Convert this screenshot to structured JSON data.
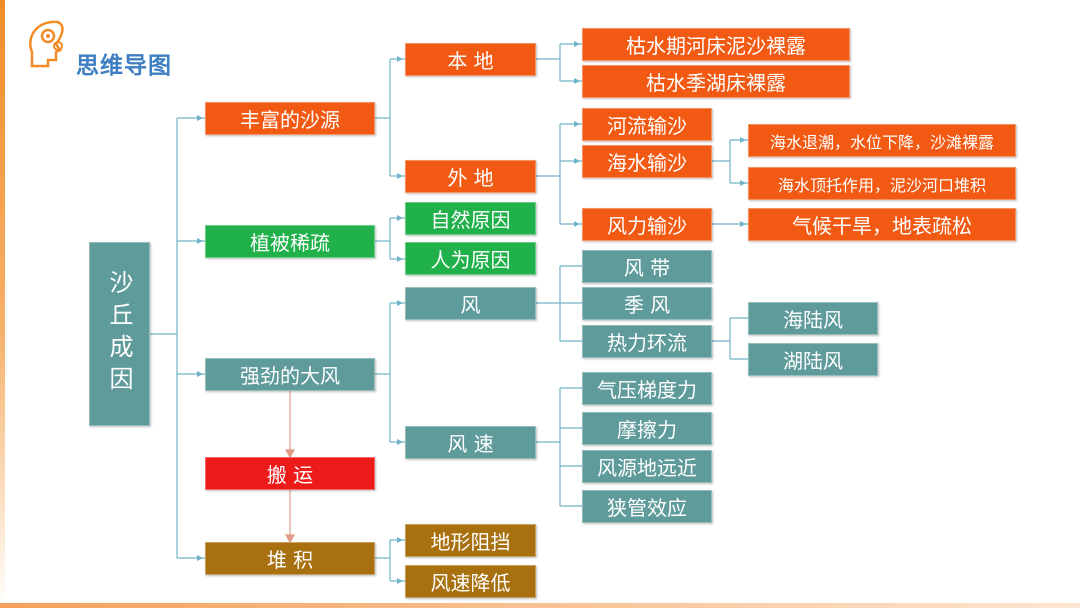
{
  "header": {
    "title": "思维导图"
  },
  "colors": {
    "orange": "#f25a14",
    "green": "#20b14b",
    "teal": "#5e9b9a",
    "red": "#ee1b1b",
    "brown": "#a8700f",
    "connector": "#6fb3c8"
  },
  "mindmap": {
    "root": "沙丘成因",
    "branches": {
      "sand_source": {
        "label": "丰富的沙源",
        "local": {
          "label": "本 地",
          "items": [
            "枯水期河床泥沙裸露",
            "枯水季湖床裸露"
          ]
        },
        "external": {
          "label": "外 地",
          "river": "河流输沙",
          "sea": {
            "label": "海水输沙",
            "items": [
              "海水退潮，水位下降，沙滩裸露",
              "海水顶托作用，泥沙河口堆积"
            ]
          },
          "wind": {
            "label": "风力输沙",
            "item": "气候干旱，地表疏松"
          }
        }
      },
      "vegetation": {
        "label": "植被稀疏",
        "items": [
          "自然原因",
          "人为原因"
        ]
      },
      "strong_wind": {
        "label": "强劲的大风",
        "wind": {
          "label": "风",
          "items": [
            "风 带",
            "季 风"
          ],
          "thermal": {
            "label": "热力环流",
            "items": [
              "海陆风",
              "湖陆风"
            ]
          }
        },
        "speed": {
          "label": "风 速",
          "items": [
            "气压梯度力",
            "摩擦力",
            "风源地远近",
            "狭管效应"
          ]
        }
      },
      "transport": {
        "label": "搬 运"
      },
      "deposition": {
        "label": "堆 积",
        "items": [
          "地形阻挡",
          "风速降低"
        ]
      }
    }
  }
}
